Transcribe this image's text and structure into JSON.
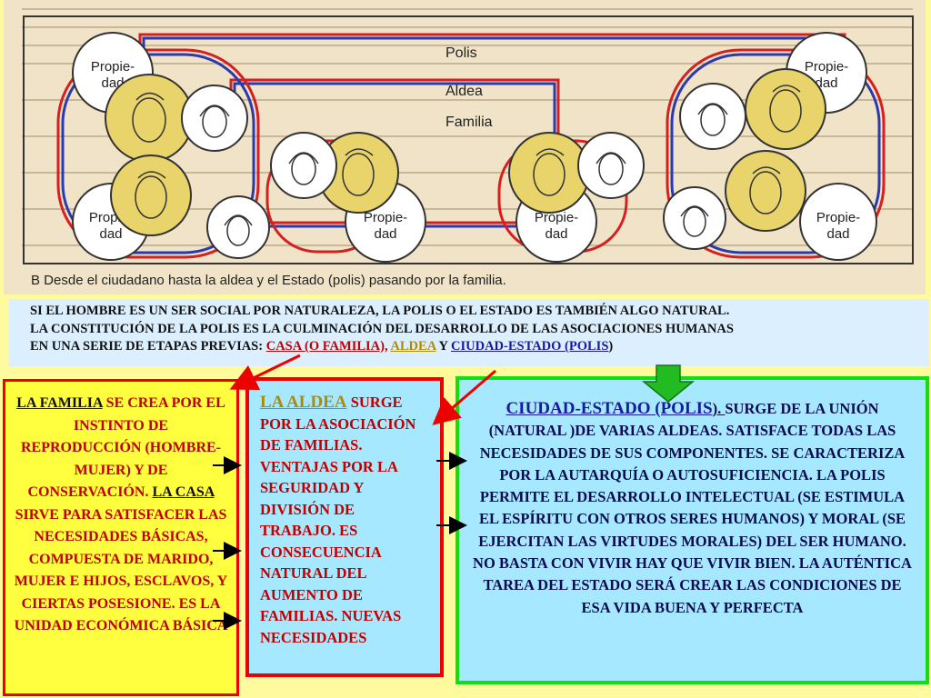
{
  "figure": {
    "labels": {
      "polis": "Polis",
      "aldea": "Aldea",
      "familia": "Familia",
      "propiedad_line1": "Propie-",
      "propiedad_line2": "dad"
    },
    "caption": "B  Desde el ciudadano hasta la aldea y el Estado (polis) pasando por la familia."
  },
  "intro": {
    "line1": "SI EL HOMBRE ES  UN SER SOCIAL POR NATURALEZA, LA POLIS O EL ESTADO ES TAMBIÉN ALGO NATURAL.",
    "line2": "LA CONSTITUCIÓN DE LA POLIS ES LA CULMINACIÓN DEL DESARROLLO DE LAS ASOCIACIONES HUMANAS",
    "line3_start": "EN UNA SERIE DE ETAPAS PREVIAS: ",
    "casa": "CASA (O FAMILIA),",
    "aldea": "ALDEA",
    "y": " Y ",
    "ciudad": "CIUDAD-ESTADO (POLIS",
    "close": ")"
  },
  "familia_box": {
    "term1": "LA FAMILIA",
    "text1": " SE CREA POR EL INSTINTO DE REPRODUCCIÓN (HOMBRE- MUJER) Y DE CONSERVACIÓN. ",
    "term2": "LA CASA",
    "text2": " SIRVE PARA SATISFACER LAS NECESIDADES BÁSICAS, COMPUESTA DE MARIDO, MUJER E HIJOS, ESCLAVOS, Y CIERTAS POSESIONE. ES LA UNIDAD ECONÓMICA BÁSICA"
  },
  "aldea_box": {
    "term": "LA ALDEA",
    "text": " SURGE POR LA ASOCIACIÓN DE FAMILIAS. VENTAJAS POR LA SEGURIDAD Y DIVISIÓN DE TRABAJO. ES CONSECUENCIA NATURAL DEL AUMENTO DE FAMILIAS. NUEVAS NECESIDADES"
  },
  "polis_box": {
    "term": "CIUDAD-ESTADO (POLIS",
    "term_end": "). ",
    "text": "SURGE DE LA UNIÓN (NATURAL )DE VARIAS ALDEAS. SATISFACE TODAS LAS NECESIDADES DE SUS COMPONENTES. SE CARACTERIZA POR LA AUTARQUÍA O AUTOSUFICIENCIA. LA POLIS PERMITE EL DESARROLLO INTELECTUAL (SE ESTIMULA EL ESPÍRITU CON OTROS SERES HUMANOS)  Y MORAL (SE EJERCITAN LAS VIRTUDES MORALES) DEL SER HUMANO. NO BASTA  CON VIVIR HAY QUE VIVIR BIEN. LA AUTÉNTICA TAREA DEL ESTADO SERÁ CREAR LAS CONDICIONES DE ESA VIDA BUENA Y PERFECTA"
  },
  "colors": {
    "slide_bg": "#fffa9e",
    "scan_bg": "#f1e3c7",
    "coin": "#e8d46a",
    "red_line": "#d42020",
    "blue_line": "#2a3ab0",
    "green_arrow": "#22bb22"
  }
}
